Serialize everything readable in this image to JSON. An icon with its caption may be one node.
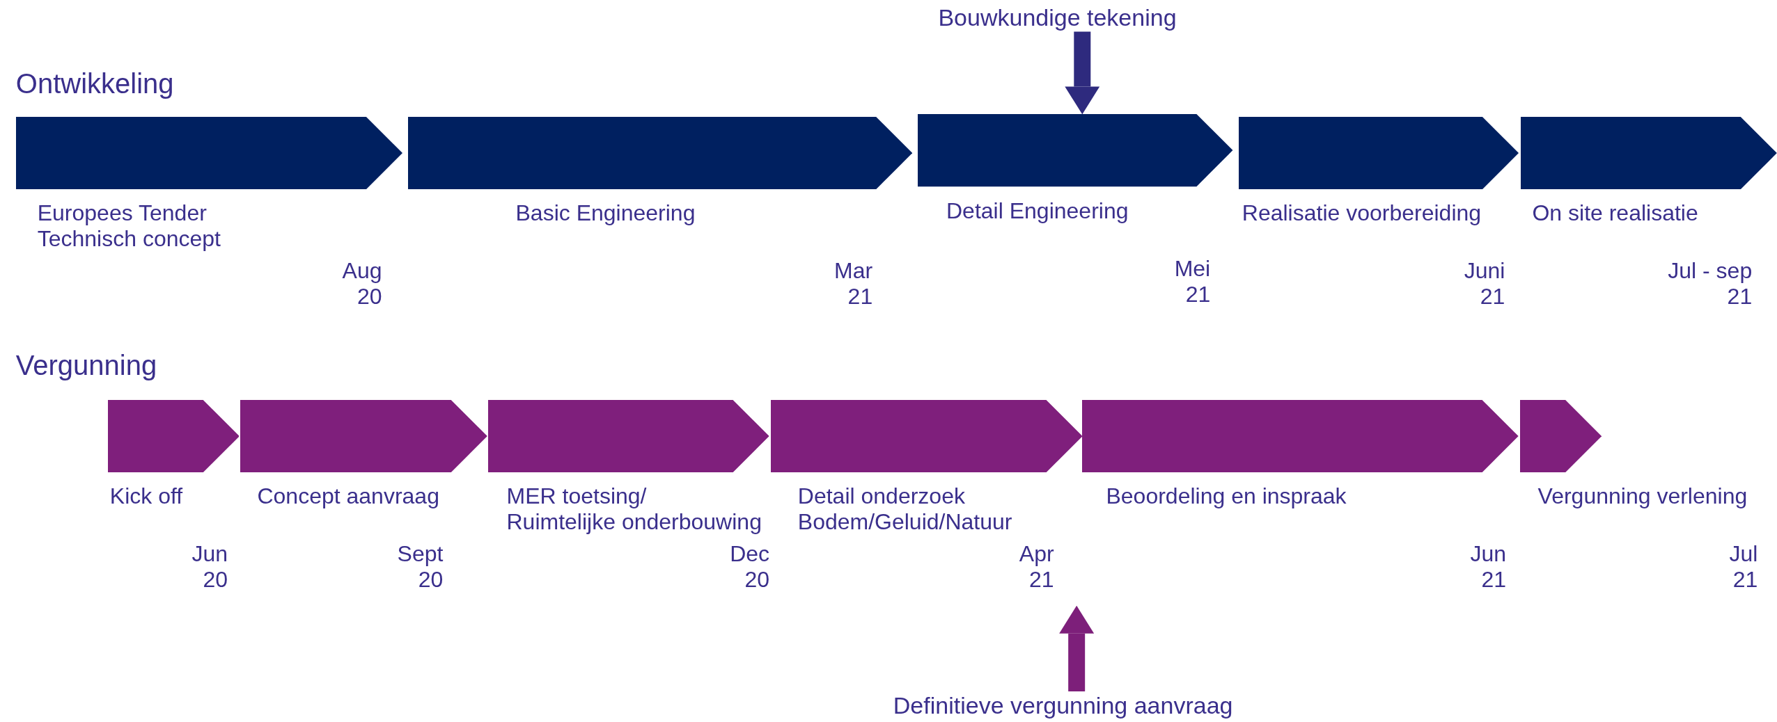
{
  "diagram": {
    "nodes": [
      {
        "text": [
          "Europees Tender Technisch concept"
        ],
        "beside": [
          "Aug 20"
        ]
      },
      {
        "text": [
          "Basic Engineering"
        ],
        "beside": [
          "Mar 21"
        ]
      },
      {
        "text": [
          "Detail Engineering"
        ],
        "beside": [
          "Mei 21"
        ]
      },
      {
        "text": [
          "Realisatie voorbereiding"
        ],
        "beside": [
          "Juni 21"
        ]
      },
      {
        "text": [
          "On site realisatie"
        ],
        "beside": [
          "Jul - sep 21"
        ]
      },
      {
        "text": [
          "Kick off"
        ],
        "beside": [
          "Jun 20"
        ]
      },
      {
        "text": [
          "Concept aanvraag"
        ],
        "beside": [
          "Sept 20"
        ]
      },
      {
        "text": [
          "MER toetsing/ Ruimtelijke onderbouwing"
        ],
        "beside": [
          "Dec 20"
        ]
      },
      {
        "text": [
          "Detail onderzoek Bodem/Geluid/Natuur"
        ],
        "beside": [
          "Apr 21"
        ]
      },
      {
        "text": [
          "Beoordeling en inspraak"
        ],
        "beside": [
          "Jun 21"
        ]
      },
      {
        "text": [
          "Vergunning verlening"
        ]
      },
      {
        "text": [
          "Bouwkundige tekening"
        ]
      },
      {
        "text": [
          "Definitieve vergunning aanvraag"
        ]
      }
    ],
    "edges": [
      {
        "from": 11,
        "to": 2,
        "arrow": "to",
        "color": "#2e2a7e"
      },
      {
        "from": 12,
        "to": 8,
        "arrow": "to",
        "color": "#7d1f7a"
      }
    ],
    "labels": [
      "Ontwikkeling",
      "Vergunning",
      "Jul 21"
    ]
  }
}
